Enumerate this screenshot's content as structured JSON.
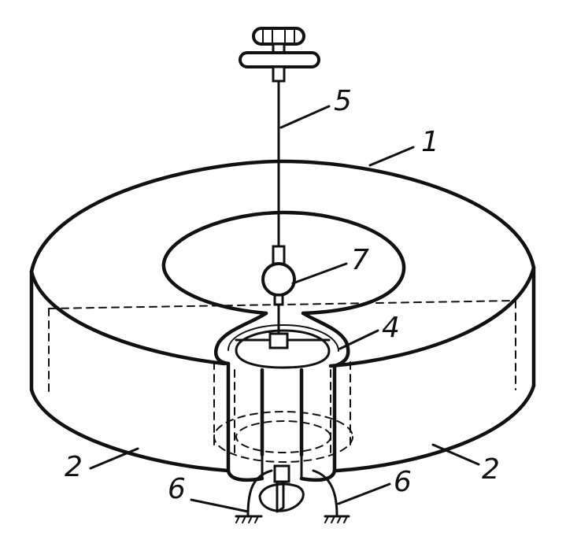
{
  "diagram": {
    "labels": {
      "torus": "1",
      "gap_left": "2",
      "gap_right": "2",
      "inner_cylinder": "4",
      "suspension_wire": "5",
      "ground_left": "6",
      "ground_right": "6",
      "ball": "7"
    },
    "colors": {
      "stroke": "#111111",
      "background": "#ffffff"
    }
  }
}
